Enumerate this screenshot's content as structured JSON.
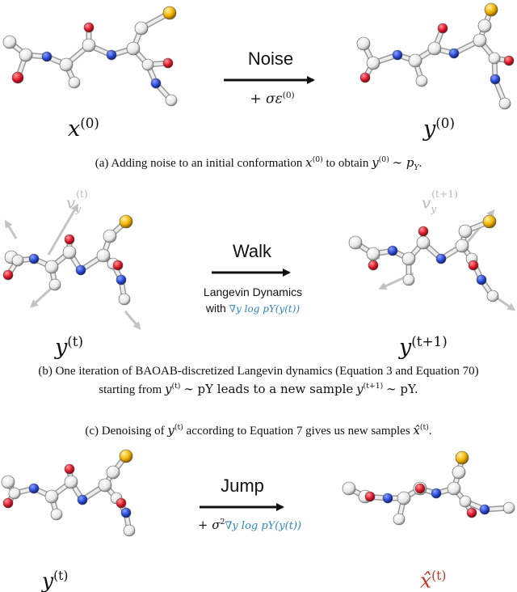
{
  "panel_a": {
    "arrow_label": "Noise",
    "arrow_sublabel": "+ σε",
    "arrow_sublabel_sup": "(0)",
    "left_var": "x",
    "left_sup": "(0)",
    "right_var": "y",
    "right_sup": "(0)",
    "caption_prefix": "(a) Adding noise to an initial conformation",
    "caption_x": "x",
    "caption_x_sup": "(0)",
    "caption_mid": "to obtain",
    "caption_y": "y",
    "caption_y_sup": "(0)",
    "caption_dist": "∼ p",
    "caption_dist_sub": "Y",
    "caption_end": "."
  },
  "panel_b": {
    "arrow_label": "Walk",
    "sub_line1": "Langevin Dynamics",
    "sub_line2_prefix": "with",
    "sub_line2_expr": "∇y log pY(y(t))",
    "left_var": "y",
    "left_sup": "(t)",
    "right_var": "y",
    "right_sup": "(t+1)",
    "left_vel": "v",
    "left_vel_sub": "y",
    "left_vel_sup": "(t)",
    "right_vel": "v",
    "right_vel_sub": "y",
    "right_vel_sup": "(t+1)",
    "caption_line1": "(b) One iteration of BAOAB-discretized Langevin dynamics (Equation 3 and Equation 70)",
    "caption_line2_prefix": "starting from",
    "caption_line2_y": "y",
    "caption_line2_y_sup": "(t)",
    "caption_line2_mid": "∼ pY leads to a new sample",
    "caption_line2_y2": "y",
    "caption_line2_y2_sup": "(t+1)",
    "caption_line2_end": "∼ pY."
  },
  "panel_c": {
    "caption_prefix": "(c) Denoising of",
    "caption_y": "y",
    "caption_y_sup": "(t)",
    "caption_mid": "according to Equation 7 gives us new samples",
    "caption_x": "x̂",
    "caption_x_sup": "(t)",
    "caption_end": ".",
    "arrow_label": "Jump",
    "arrow_sub_prefix": "+ σ",
    "arrow_sub_sup": "2",
    "arrow_sub_expr": "∇y log pY(y(t))",
    "left_var": "y",
    "left_sup": "(t)",
    "right_var": "x̂",
    "right_sup": "(t)"
  },
  "colors": {
    "carbon": "#f2f2f2",
    "nitrogen": "#2b4bd6",
    "oxygen": "#e0192b",
    "sulfur": "#f0b400",
    "bond": "#bdbdbd",
    "arrow": "#111111",
    "velocity_arrow": "#c4c4c4",
    "gradient_blue": "#2e86c1",
    "denoised_red": "#c0392b"
  }
}
